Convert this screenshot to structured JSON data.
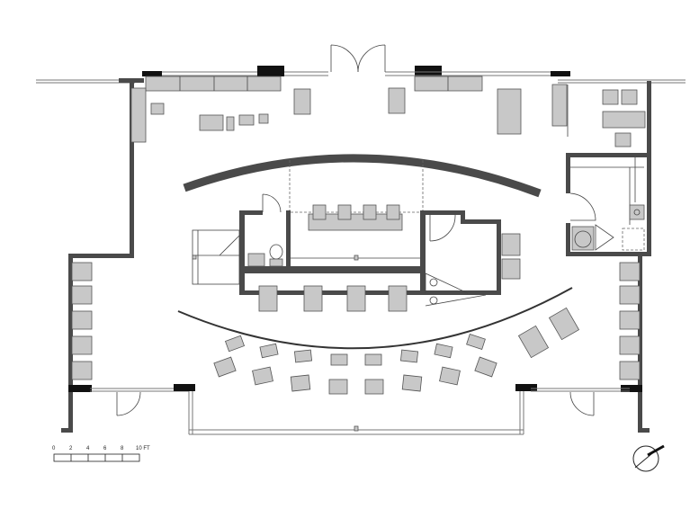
{
  "scale_bar": {
    "ticks": [
      "0",
      "2",
      "4",
      "6",
      "8",
      "10 FT"
    ]
  },
  "north_arrow": {
    "icon": "north-arrow-icon"
  },
  "colors": {
    "wall": "#4a4a4a",
    "furniture": "#c8c8c8",
    "accent": "#111111"
  }
}
